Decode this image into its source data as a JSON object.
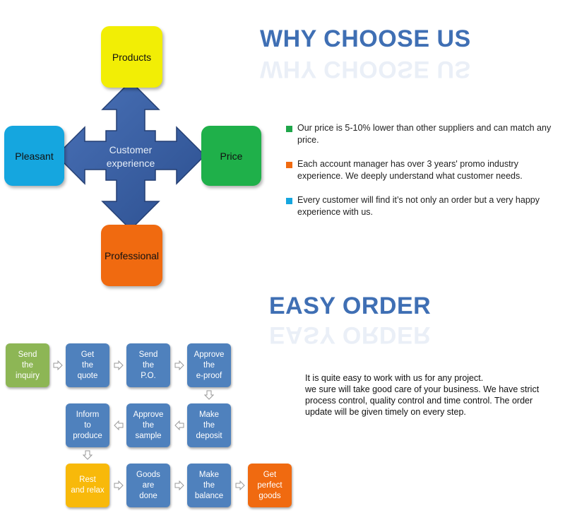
{
  "why": {
    "title": "WHY CHOOSE US",
    "center_label": "Customer\nexperience",
    "boxes": {
      "top": {
        "label": "Products",
        "color": "#f2ee05"
      },
      "left": {
        "label": "Pleasant",
        "color": "#15a6df"
      },
      "right": {
        "label": "Price",
        "color": "#1fb04a"
      },
      "bottom": {
        "label": "Professional",
        "color": "#f06a10"
      }
    },
    "bullets": [
      {
        "color": "#1fa64a",
        "text": "Our price is 5-10% lower than other suppliers and can match any price."
      },
      {
        "color": "#f06a10",
        "text": "Each account manager has over 3 years' promo industry experience. We deeply understand what customer needs."
      },
      {
        "color": "#15a6df",
        "text": "Every customer will find it’s not only an order but a very happy experience with us."
      }
    ]
  },
  "easy": {
    "title": "EASY ORDER",
    "steps": [
      {
        "label": "Send\nthe\ninquiry",
        "color": "#8db655"
      },
      {
        "label": "Get\nthe\nquote",
        "color": "#4f81bd"
      },
      {
        "label": "Send\nthe\nP.O.",
        "color": "#4f81bd"
      },
      {
        "label": "Approve\nthe\ne-proof",
        "color": "#4f81bd"
      },
      {
        "label": "Make\nthe\ndeposit",
        "color": "#4f81bd"
      },
      {
        "label": "Approve\nthe\nsample",
        "color": "#4f81bd"
      },
      {
        "label": "Inform\nto\nproduce",
        "color": "#4f81bd"
      },
      {
        "label": "Rest\nand relax",
        "color": "#f8b90a"
      },
      {
        "label": "Goods\nare\ndone",
        "color": "#4f81bd"
      },
      {
        "label": "Make\nthe\nbalance",
        "color": "#4f81bd"
      },
      {
        "label": "Get\nperfect\ngoods",
        "color": "#f06a10"
      }
    ],
    "para": {
      "line1": "It is quite easy to work with us for any project.",
      "line2": "we sure will take good care of your business. We have strict process control, quality control and time control.  The order update will be given timely on every step."
    }
  }
}
